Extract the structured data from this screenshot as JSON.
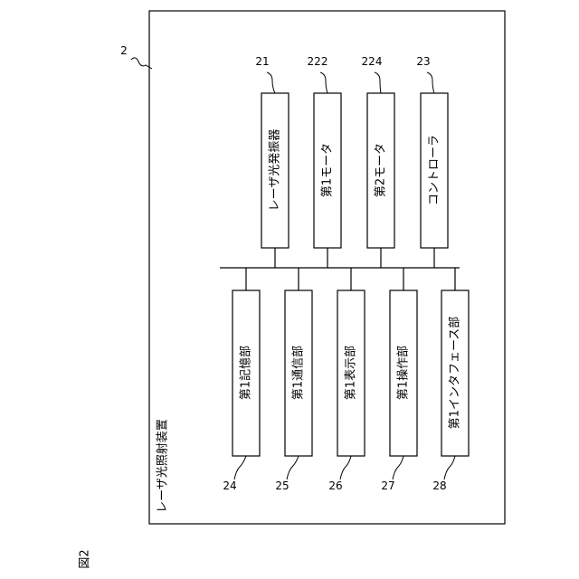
{
  "figure_label": "図2",
  "device": {
    "ref": "2",
    "title": "レーザ光照射装置"
  },
  "top_blocks": [
    {
      "id": "laser-oscillator",
      "ref": "21",
      "label": "レーザ光発振器"
    },
    {
      "id": "first-motor",
      "ref": "222",
      "label": "第1モータ"
    },
    {
      "id": "second-motor",
      "ref": "224",
      "label": "第2モータ"
    },
    {
      "id": "controller",
      "ref": "23",
      "label": "コントローラ"
    }
  ],
  "bottom_blocks": [
    {
      "id": "first-storage",
      "ref": "24",
      "label": "第1記憶部"
    },
    {
      "id": "first-communication",
      "ref": "25",
      "label": "第1通信部"
    },
    {
      "id": "first-display",
      "ref": "26",
      "label": "第1表示部"
    },
    {
      "id": "first-operation",
      "ref": "27",
      "label": "第1操作部"
    },
    {
      "id": "first-interface",
      "ref": "28",
      "label": "第1インタフェース部"
    }
  ]
}
